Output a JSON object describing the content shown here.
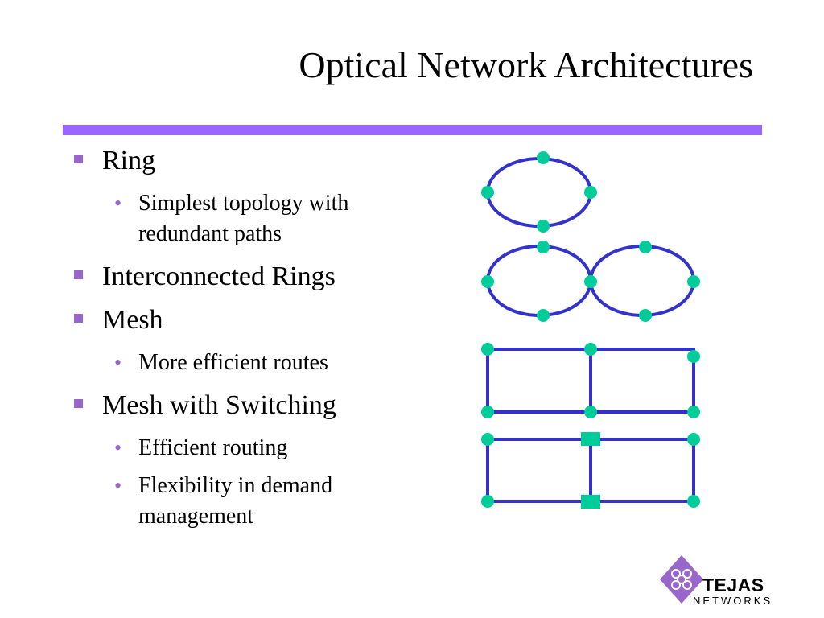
{
  "slide": {
    "title": "Optical Network Architectures",
    "accent_color": "#9966ff",
    "bullet_color": "#9966cc"
  },
  "bullets": [
    {
      "label": "Ring",
      "sub": [
        "Simplest topology with redundant paths"
      ]
    },
    {
      "label": "Interconnected Rings",
      "sub": []
    },
    {
      "label": "Mesh",
      "sub": [
        "More efficient routes"
      ]
    },
    {
      "label": "Mesh with Switching",
      "sub": [
        "Efficient routing",
        "Flexibility in demand management"
      ]
    }
  ],
  "diagram": {
    "link_color": "#3333cc",
    "node_color": "#00cc99",
    "node_shape": "circle",
    "switch_shape": "square"
  },
  "logo": {
    "name": "TEJAS",
    "subtitle": "NETWORKS",
    "icon": "knot-diamond-icon",
    "color": "#9966cc"
  }
}
